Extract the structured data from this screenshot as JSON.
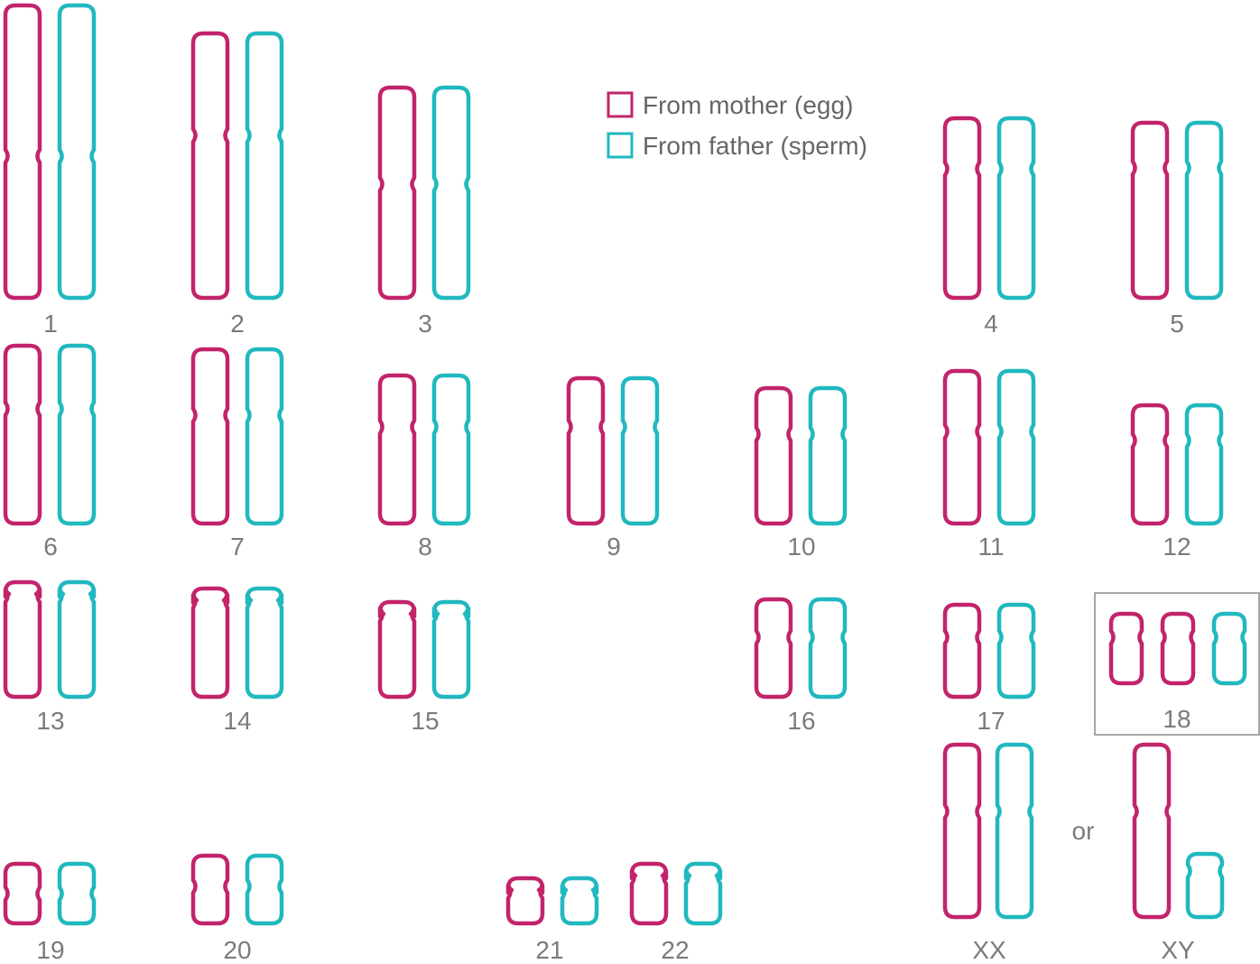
{
  "colors": {
    "maternal": "#c2246b",
    "paternal": "#21b8bf",
    "label": "#7b7b7b",
    "box": "#8a8a8a"
  },
  "legend": {
    "maternal_label": "From mother (egg)",
    "paternal_label": "From father (sperm)"
  },
  "sex_chromosomes": {
    "female_label": "XX",
    "male_label": "XY",
    "separator": "or"
  },
  "trisomy_highlight": "18",
  "chromosomes": [
    {
      "label": "1",
      "maternal_copies": 1,
      "paternal_copies": 1
    },
    {
      "label": "2",
      "maternal_copies": 1,
      "paternal_copies": 1
    },
    {
      "label": "3",
      "maternal_copies": 1,
      "paternal_copies": 1
    },
    {
      "label": "4",
      "maternal_copies": 1,
      "paternal_copies": 1
    },
    {
      "label": "5",
      "maternal_copies": 1,
      "paternal_copies": 1
    },
    {
      "label": "6",
      "maternal_copies": 1,
      "paternal_copies": 1
    },
    {
      "label": "7",
      "maternal_copies": 1,
      "paternal_copies": 1
    },
    {
      "label": "8",
      "maternal_copies": 1,
      "paternal_copies": 1
    },
    {
      "label": "9",
      "maternal_copies": 1,
      "paternal_copies": 1
    },
    {
      "label": "10",
      "maternal_copies": 1,
      "paternal_copies": 1
    },
    {
      "label": "11",
      "maternal_copies": 1,
      "paternal_copies": 1
    },
    {
      "label": "12",
      "maternal_copies": 1,
      "paternal_copies": 1
    },
    {
      "label": "13",
      "maternal_copies": 1,
      "paternal_copies": 1
    },
    {
      "label": "14",
      "maternal_copies": 1,
      "paternal_copies": 1
    },
    {
      "label": "15",
      "maternal_copies": 1,
      "paternal_copies": 1
    },
    {
      "label": "16",
      "maternal_copies": 1,
      "paternal_copies": 1
    },
    {
      "label": "17",
      "maternal_copies": 1,
      "paternal_copies": 1
    },
    {
      "label": "18",
      "maternal_copies": 2,
      "paternal_copies": 1
    },
    {
      "label": "19",
      "maternal_copies": 1,
      "paternal_copies": 1
    },
    {
      "label": "20",
      "maternal_copies": 1,
      "paternal_copies": 1
    },
    {
      "label": "21",
      "maternal_copies": 1,
      "paternal_copies": 1
    },
    {
      "label": "22",
      "maternal_copies": 1,
      "paternal_copies": 1
    }
  ]
}
